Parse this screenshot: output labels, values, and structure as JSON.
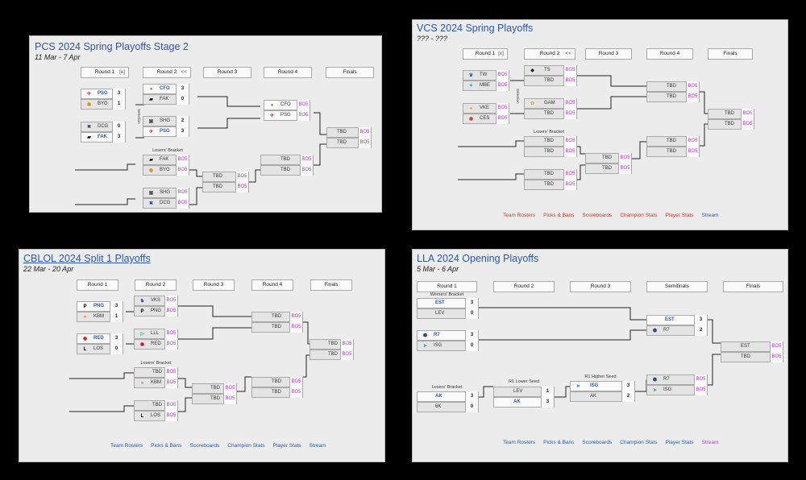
{
  "panels": {
    "pcs": {
      "title": "PCS 2024 Spring Playoffs Stage 2",
      "subtitle": "11 Mar - 7 Apr",
      "rounds": [
        {
          "label": "Round 1",
          "ctrl": "[x]"
        },
        {
          "label": "Round 2",
          "ctrl": "<<"
        },
        {
          "label": "Round 3"
        },
        {
          "label": "Round 4"
        },
        {
          "label": "Finals"
        }
      ],
      "losers_label": "Losers' Bracket",
      "selection_label": "Selection",
      "teams": {
        "r1a": [
          {
            "icon": "PSG",
            "name": "PSG",
            "score": "3",
            "win": true
          },
          {
            "icon": "BYG",
            "name": "BYG",
            "score": "1"
          }
        ],
        "r1b": [
          {
            "icon": "DCG",
            "name": "DCG",
            "score": "0"
          },
          {
            "icon": "FAK",
            "name": "FAK",
            "score": "3",
            "win": true
          }
        ],
        "r2a": [
          {
            "icon": "CFO",
            "name": "CFO",
            "score": "3",
            "win": true
          },
          {
            "icon": "FAK",
            "name": "FAK",
            "score": "0"
          }
        ],
        "r2b": [
          {
            "icon": "SHG",
            "name": "SHG",
            "score": "2"
          },
          {
            "icon": "PSG",
            "name": "PSG",
            "score": "3",
            "win": true
          }
        ],
        "r4w": [
          {
            "icon": "CFO",
            "name": "CFO",
            "score": "BO5"
          },
          {
            "icon": "PSG",
            "name": "PSG",
            "score": "BO5"
          }
        ],
        "final": [
          {
            "name": "TBD",
            "score": "BO5"
          },
          {
            "name": "TBD",
            "score": "BO5"
          }
        ],
        "l2a": [
          {
            "icon": "FAK",
            "name": "FAK",
            "score": "BO5"
          },
          {
            "icon": "BYG",
            "name": "BYG",
            "score": "BO5"
          }
        ],
        "l2b": [
          {
            "icon": "SHG",
            "name": "SHG",
            "score": "BO5"
          },
          {
            "icon": "DCG",
            "name": "DCG",
            "score": "BO5"
          }
        ],
        "l3": [
          {
            "name": "TBD",
            "score": "BO5"
          },
          {
            "name": "TBD",
            "score": "BO5"
          }
        ],
        "l4": [
          {
            "name": "TBD",
            "score": "BO5"
          },
          {
            "name": "TBD",
            "score": "BO5"
          }
        ]
      }
    },
    "vcs": {
      "title": "VCS 2024 Spring Playoffs",
      "subtitle": "??? - ???",
      "rounds": [
        {
          "label": "Round 1",
          "ctrl": "[x]"
        },
        {
          "label": "Round 2",
          "ctrl": "<<"
        },
        {
          "label": "Round 3"
        },
        {
          "label": "Round 4"
        },
        {
          "label": "Finals"
        }
      ],
      "losers_label": "Losers' Bracket",
      "selection_label": "Selection",
      "teams": {
        "r1a": [
          {
            "icon": "TW",
            "name": "TW",
            "score": "BO5"
          },
          {
            "icon": "MBE",
            "name": "MBE",
            "score": "BO5"
          }
        ],
        "r1b": [
          {
            "icon": "VKE",
            "name": "VKE",
            "score": "BO5"
          },
          {
            "icon": "CES",
            "name": "CES",
            "score": "BO5"
          }
        ],
        "r2a": [
          {
            "icon": "TS",
            "name": "TS",
            "score": "BO5"
          },
          {
            "name": "TBD",
            "score": "BO5"
          }
        ],
        "r2b": [
          {
            "icon": "GAM",
            "name": "GAM",
            "score": "BO5"
          },
          {
            "name": "TBD",
            "score": "BO5"
          }
        ],
        "r4w": [
          {
            "name": "TBD",
            "score": "BO5"
          },
          {
            "name": "TBD",
            "score": "BO5"
          }
        ],
        "final": [
          {
            "name": "TBD",
            "score": "BO5"
          },
          {
            "name": "TBD",
            "score": "BO5"
          }
        ],
        "l2a": [
          {
            "name": "TBD",
            "score": "BO5"
          },
          {
            "name": "TBD",
            "score": "BO5"
          }
        ],
        "l2b": [
          {
            "name": "TBD",
            "score": "BO5"
          },
          {
            "name": "TBD",
            "score": "BO5"
          }
        ],
        "l3": [
          {
            "name": "TBD",
            "score": "BO5"
          },
          {
            "name": "TBD",
            "score": "BO5"
          }
        ],
        "l4": [
          {
            "name": "TBD",
            "score": "BO5"
          },
          {
            "name": "TBD",
            "score": "BO5"
          }
        ]
      },
      "links": [
        "Team Rosters",
        "Picks & Bans",
        "Scoreboards",
        "Champion Stats",
        "Player Stats",
        "Stream"
      ]
    },
    "cblol": {
      "title": "CBLOL 2024 Split 1 Playoffs",
      "subtitle": "22 Mar - 20 Apr",
      "rounds": [
        {
          "label": "Round 1"
        },
        {
          "label": "Round 2"
        },
        {
          "label": "Round 3"
        },
        {
          "label": "Round 4"
        },
        {
          "label": "Finals"
        }
      ],
      "losers_label": "Losers' Bracket",
      "teams": {
        "r1a": [
          {
            "icon": "PNG",
            "name": "PNG",
            "score": "3",
            "win": true
          },
          {
            "icon": "KBM",
            "name": "KBM",
            "score": "1"
          }
        ],
        "r1b": [
          {
            "icon": "RED",
            "name": "RED",
            "score": "3",
            "win": true
          },
          {
            "icon": "LOS",
            "name": "LOS",
            "score": "0"
          }
        ],
        "r2a": [
          {
            "icon": "VKS",
            "name": "VKS",
            "score": "BO5"
          },
          {
            "icon": "PNG",
            "name": "PNG",
            "score": "BO5"
          }
        ],
        "r2b": [
          {
            "icon": "LLL",
            "name": "LLL",
            "score": "BO5"
          },
          {
            "icon": "RED",
            "name": "RED",
            "score": "BO5"
          }
        ],
        "r4w": [
          {
            "name": "TBD",
            "score": "BO5"
          },
          {
            "name": "TBD",
            "score": "BO5"
          }
        ],
        "final": [
          {
            "name": "TBD",
            "score": "BO5"
          },
          {
            "name": "TBD",
            "score": "BO5"
          }
        ],
        "l2a": [
          {
            "name": "TBD",
            "score": "BO5"
          },
          {
            "icon": "KBM",
            "name": "KBM",
            "score": "BO5"
          }
        ],
        "l2b": [
          {
            "name": "TBD",
            "score": "BO5"
          },
          {
            "icon": "LOS",
            "name": "LOS",
            "score": "BO5"
          }
        ],
        "l3": [
          {
            "name": "TBD",
            "score": "BO5"
          },
          {
            "name": "TBD",
            "score": "BO5"
          }
        ],
        "l4": [
          {
            "name": "TBD",
            "score": "BO5"
          },
          {
            "name": "TBD",
            "score": "BO5"
          }
        ]
      },
      "links": [
        "Team Rosters",
        "Picks & Bans",
        "Scoreboards",
        "Champion Stats",
        "Player Stats",
        "Stream"
      ]
    },
    "lla": {
      "title": "LLA 2024 Opening Playoffs",
      "subtitle": "5 Mar - 6 Apr",
      "rounds": [
        {
          "label": "Round 1"
        },
        {
          "label": "Round 2"
        },
        {
          "label": "Round 3"
        },
        {
          "label": "Semifinals"
        },
        {
          "label": "Finals"
        }
      ],
      "winners_label": "Winners' Bracket",
      "losers_label": "Losers' Bracket",
      "r1_lower_label": "R1 Lower Seed",
      "r1_higher_label": "R1 Higher Seed",
      "teams": {
        "w1a": [
          {
            "name": "EST",
            "score": "3",
            "win": true
          },
          {
            "name": "LEV",
            "score": "0"
          }
        ],
        "w1b": [
          {
            "icon": "R7",
            "name": "R7",
            "score": "3",
            "win": true
          },
          {
            "icon": "ISG",
            "name": "ISG",
            "score": "0"
          }
        ],
        "sf1": [
          {
            "name": "EST",
            "score": "3",
            "win": true
          },
          {
            "icon": "R7",
            "name": "R7",
            "score": "2"
          }
        ],
        "final": [
          {
            "name": "EST",
            "score": "BO5"
          },
          {
            "name": "TBD",
            "score": "BO5"
          }
        ],
        "l1": [
          {
            "name": "AK",
            "score": "3",
            "win": true
          },
          {
            "name": "6K",
            "score": "0"
          }
        ],
        "l2": [
          {
            "name": "LEV",
            "score": "1"
          },
          {
            "name": "AK",
            "score": "3",
            "win": true
          }
        ],
        "l3": [
          {
            "icon": "ISG",
            "name": "ISG",
            "score": "3",
            "win": true
          },
          {
            "name": "AK",
            "score": "2"
          }
        ],
        "sf2": [
          {
            "icon": "R7",
            "name": "R7",
            "score": "BO5"
          },
          {
            "icon": "ISG",
            "name": "ISG",
            "score": "BO5"
          }
        ]
      },
      "links": [
        "Team Rosters",
        "Picks & Bans",
        "Scoreboards",
        "Champion Stats",
        "Player Stats",
        "Stream"
      ]
    }
  },
  "colors": {
    "link_red": "#c0392b",
    "link_blue": "#2e56a6",
    "bo5": "#c23ad6",
    "title": "#2e56a6"
  }
}
